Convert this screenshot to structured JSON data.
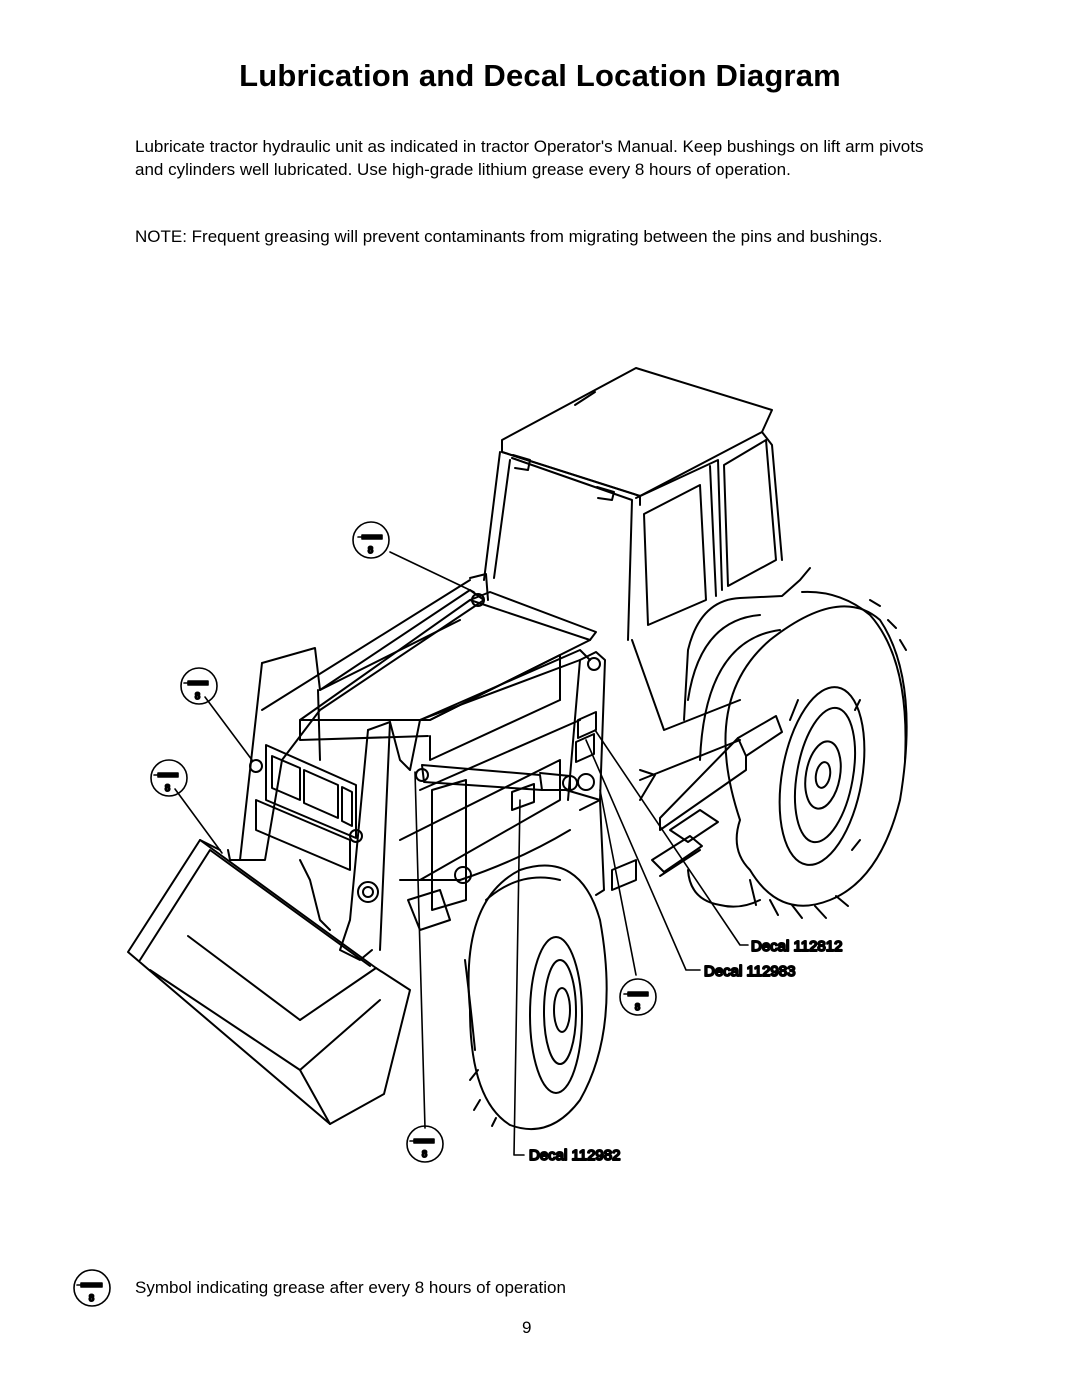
{
  "page": {
    "title": "Lubrication and Decal Location Diagram",
    "paragraph1": "Lubricate tractor hydraulic unit as indicated in tractor Operator's Manual.  Keep bushings on lift arm pivots and cylinders well lubricated.  Use high-grade lithium grease every 8 hours of operation.",
    "paragraph2": "NOTE:  Frequent greasing will prevent contaminants from migrating between the pins and bushings.",
    "page_number": "9"
  },
  "diagram": {
    "grease_symbol_text": "8",
    "callouts": {
      "decal_a": "Decal 112812",
      "decal_b": "Decal 112983",
      "decal_c": "Decal 112982"
    }
  },
  "legend": {
    "symbol_text": "8",
    "text": "Symbol indicating grease after every 8 hours of operation"
  }
}
